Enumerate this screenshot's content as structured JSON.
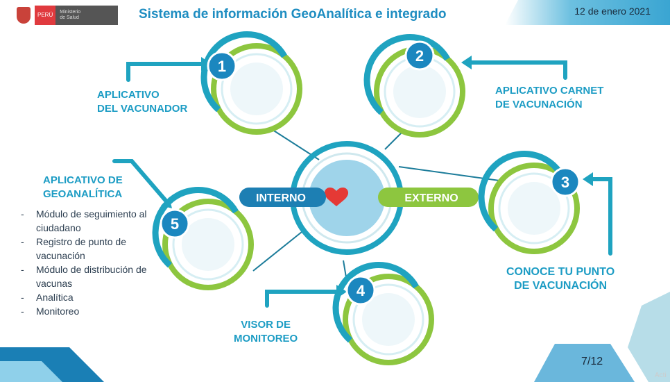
{
  "header": {
    "logo_country": "PERÚ",
    "logo_ministry_line1": "Ministerio",
    "logo_ministry_line2": "de Salud",
    "title": "Sistema de información GeoAnalítica e integrado",
    "date": "12 de enero 2021"
  },
  "center": {
    "internal_label": "INTERNO",
    "external_label": "EXTERNO"
  },
  "nodes": [
    {
      "number": "1",
      "label_line1": "APLICATIVO",
      "label_line2": "DEL VACUNADOR"
    },
    {
      "number": "2",
      "label_line1": "APLICATIVO CARNET",
      "label_line2": "DE VACUNACIÓN"
    },
    {
      "number": "3",
      "label_line1": "CONOCE TU PUNTO",
      "label_line2": "DE VACUNACIÓN"
    },
    {
      "number": "4",
      "label_line1": "VISOR DE",
      "label_line2": "MONITOREO"
    },
    {
      "number": "5",
      "label_line1": "APLICATIVO DE",
      "label_line2": "GEOANALÍTICA"
    }
  ],
  "geoanalitica_items": [
    "Módulo de seguimiento al ciudadano",
    "Registro de punto de vacunación",
    "Módulo de distribución de vacunas",
    "Analítica",
    "Monitoreo"
  ],
  "footer": {
    "page": "7/12",
    "watermark": "Acti"
  },
  "colors": {
    "title": "#1e8dc1",
    "teal": "#1fa3c0",
    "green": "#8dc63f",
    "interno": "#1d7fb3",
    "badge": "#1b87bf"
  }
}
